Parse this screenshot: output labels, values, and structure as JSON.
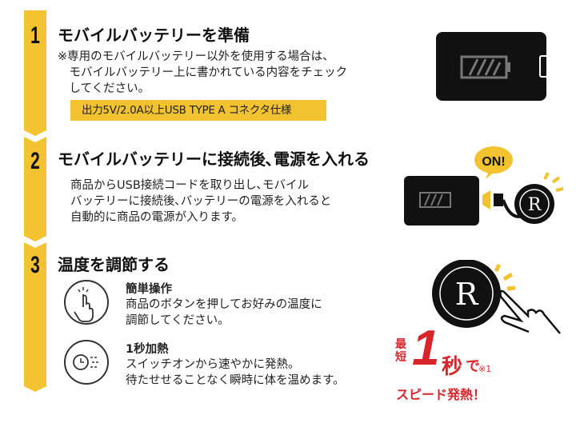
{
  "steps": [
    {
      "number": "1",
      "title": "モバイルバッテリーを準備",
      "body": "※専用のモバイルバッテリー以外を使用する場合は、\n　モバイルバッテリー上に書かれている内容をチェック\n　してください。",
      "spec": "出力5V/2.0A以上USB TYPE A コネクタ仕様"
    },
    {
      "number": "2",
      "title": "モバイルバッテリーに接続後､電源を入れる",
      "body": "商品からUSB接続コードを取り出し､モバイル\nバッテリーに接続後､バッテリーの電源を入れると\n自動的に商品の電源が入ります。",
      "badge": "ON!"
    },
    {
      "number": "3",
      "title": "温度を調節する",
      "features": [
        {
          "icon": "tap-finger-icon",
          "title": "簡単操作",
          "body": "商品のボタンを押してお好みの温度に\n調節してください。"
        },
        {
          "icon": "fast-timer-icon",
          "title": "1秒加熱",
          "body": "スイッチオンから速やかに発熱。\n待たせせることなく瞬時に体を温めます。"
        }
      ]
    }
  ],
  "promo": {
    "prefix_top": "最",
    "prefix_bottom": "短",
    "big_number": "1",
    "unit": "秒",
    "particle": "で",
    "note": "※1",
    "tagline": "スピード発熱！"
  },
  "colors": {
    "accent": "#f2c230",
    "red": "#d8252b"
  }
}
